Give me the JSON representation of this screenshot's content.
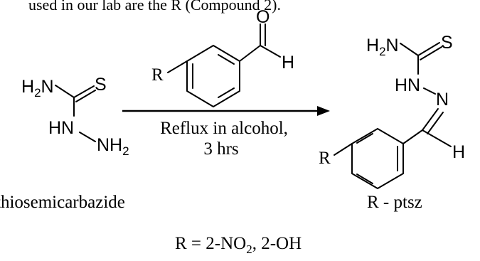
{
  "top_caption": "used in our lab are the R (Compound 2).",
  "reactant": {
    "name": "thiosemicarbazide",
    "atoms": {
      "h2n": "H",
      "h2n_sub": "2",
      "h2n_n": "N",
      "s": "S",
      "hn": "HN",
      "nh": "NH",
      "nh_sub": "2"
    }
  },
  "aldehyde": {
    "o": "O",
    "h": "H",
    "r": "R"
  },
  "conditions": {
    "line1": "Reflux in alcohol,",
    "line2": "3 hrs"
  },
  "product": {
    "name": "R - ptsz",
    "atoms": {
      "h2n": "H",
      "h2n_sub": "2",
      "h2n_n": "N",
      "s": "S",
      "hn": "HN",
      "n": "N",
      "h": "H",
      "r": "R"
    }
  },
  "substituents": {
    "lhs": "R = 2-NO",
    "sub": "2",
    "rhs": ",  2-OH"
  }
}
